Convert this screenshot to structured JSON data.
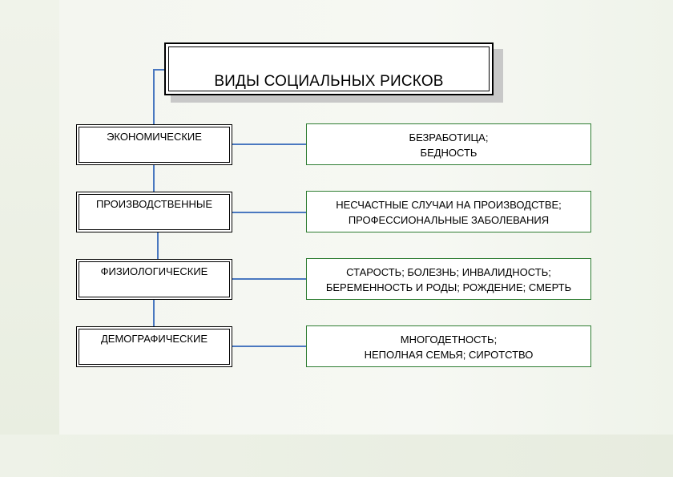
{
  "title": "ВИДЫ СОЦИАЛЬНЫХ РИСКОВ",
  "colors": {
    "connector": "#4a78c0",
    "risk_border": "#2e7d32",
    "category_border": "#000000"
  },
  "categories": [
    {
      "label": "ЭКОНОМИЧЕСКИЕ",
      "risks": [
        "БЕЗРАБОТИЦА;",
        "БЕДНОСТЬ"
      ]
    },
    {
      "label": "ПРОИЗВОДСТВЕННЫЕ",
      "risks": [
        "НЕСЧАСТНЫЕ СЛУЧАИ НА ПРОИЗВОДСТВЕ;",
        "ПРОФЕССИОНАЛЬНЫЕ ЗАБОЛЕВАНИЯ"
      ]
    },
    {
      "label": "ФИЗИОЛОГИЧЕСКИЕ",
      "risks": [
        "СТАРОСТЬ; БОЛЕЗНЬ; ИНВАЛИДНОСТЬ;",
        "БЕРЕМЕННОСТЬ И РОДЫ; РОЖДЕНИЕ; СМЕРТЬ"
      ]
    },
    {
      "label": "ДЕМОГРАФИЧЕСКИЕ",
      "risks": [
        "МНОГОДЕТНОСТЬ;",
        "НЕПОЛНАЯ СЕМЬЯ; СИРОТСТВО"
      ]
    }
  ]
}
